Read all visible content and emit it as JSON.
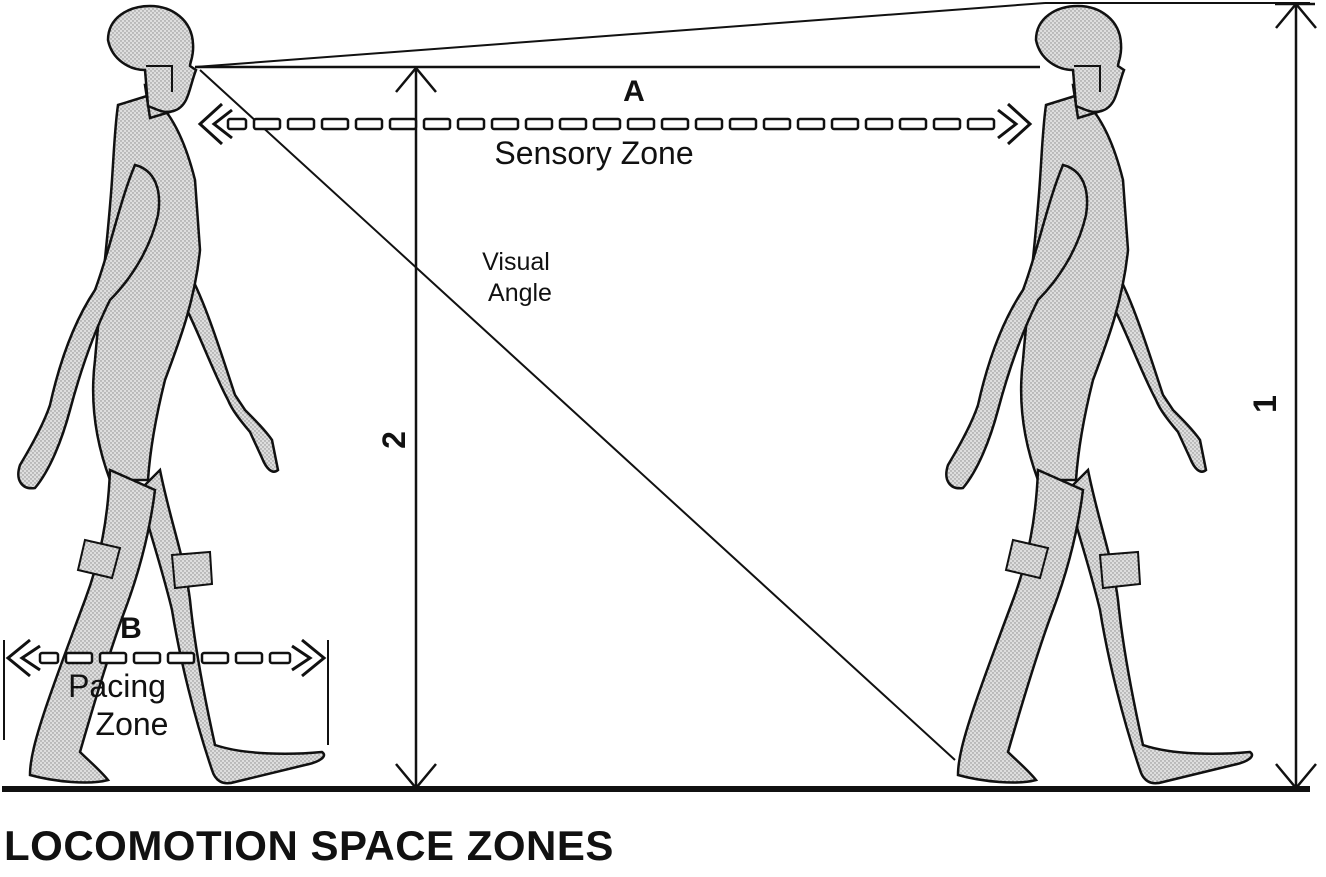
{
  "caption": "LOCOMOTION SPACE ZONES",
  "labels": {
    "zone_a_letter": "A",
    "zone_a_name": "Sensory Zone",
    "zone_b_letter": "B",
    "zone_b_name_line1": "Pacing",
    "zone_b_name_line2": "Zone",
    "visual_angle_line1": "Visual",
    "visual_angle_line2": "Angle",
    "dim_2": "2",
    "dim_1": "1"
  },
  "colors": {
    "ink": "#111111",
    "figure_fill": "#d6d6d6",
    "background": "#ffffff"
  }
}
